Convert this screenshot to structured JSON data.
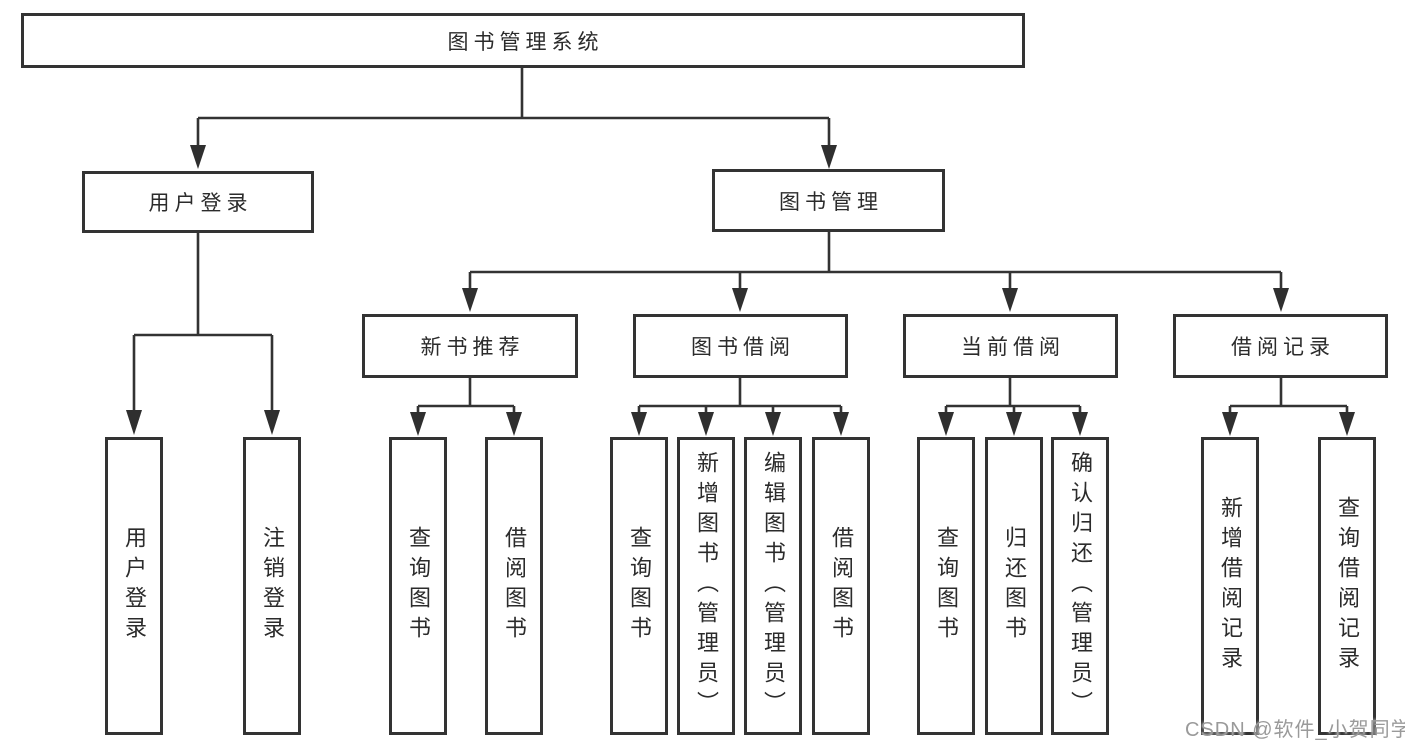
{
  "diagram": {
    "root": {
      "label": "图书管理系统"
    },
    "level2": [
      {
        "label": "用户登录"
      },
      {
        "label": "图书管理"
      }
    ],
    "level3": [
      {
        "label": "新书推荐"
      },
      {
        "label": "图书借阅"
      },
      {
        "label": "当前借阅"
      },
      {
        "label": "借阅记录"
      }
    ],
    "leaves": {
      "user_login": [
        "用户登录",
        "注销登录"
      ],
      "new_books": [
        "查询图书",
        "借阅图书"
      ],
      "book_borrow": [
        "查询图书",
        "新增图书（管理员）",
        "编辑图书（管理员）",
        "借阅图书"
      ],
      "current_borrow": [
        "查询图书",
        "归还图书",
        "确认归还（管理员）"
      ],
      "borrow_records": [
        "新增借阅记录",
        "查询借阅记录"
      ]
    }
  },
  "watermark": {
    "text": "CSDN @软件_小贺同学"
  },
  "colors": {
    "line": "#333333",
    "arrow": "#2f2f2f",
    "text": "#2b2b2b",
    "background": "#ffffff",
    "watermark": "#9a9a9a"
  }
}
